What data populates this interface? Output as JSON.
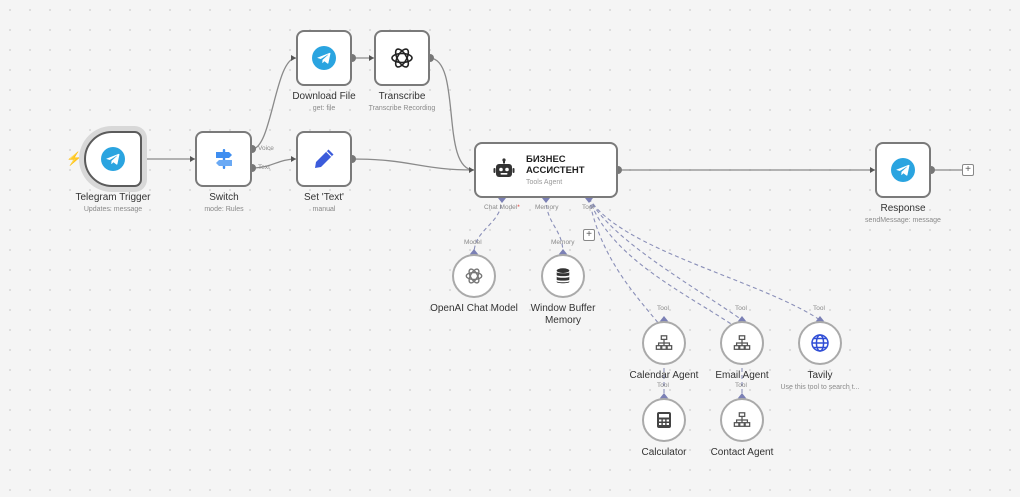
{
  "nodes": {
    "telegram_trigger": {
      "title": "Telegram Trigger",
      "subtitle": "Updates: message"
    },
    "switch": {
      "title": "Switch",
      "subtitle": "mode: Rules",
      "outputs": [
        "Voice",
        "Text"
      ]
    },
    "download_file": {
      "title": "Download File",
      "subtitle": "get: file"
    },
    "transcribe": {
      "title": "Transcribe",
      "subtitle": "Transcribe Recording"
    },
    "set_text": {
      "title": "Set 'Text'",
      "subtitle": "manual"
    },
    "agent": {
      "title_line1": "БИЗНЕС",
      "title_line2": "АССИСТЕНТ",
      "subtitle": "Tools Agent",
      "ports": {
        "chat_model": "Chat Model",
        "required_mark": "*",
        "memory": "Memory",
        "tool": "Tool"
      }
    },
    "response": {
      "title": "Response",
      "subtitle": "sendMessage: message"
    },
    "openai_chat_model": {
      "title": "OpenAI Chat Model",
      "port": "Model"
    },
    "window_buffer_memory": {
      "title": "Window Buffer Memory",
      "port": "Memory"
    },
    "calendar_agent": {
      "title": "Calendar Agent",
      "port_top": "Tool",
      "port_bottom": "Tool"
    },
    "email_agent": {
      "title": "Email Agent",
      "port_top": "Tool",
      "port_bottom": "Tool"
    },
    "tavily": {
      "title": "Tavily",
      "subtitle": "Use this tool to search t...",
      "port": "Tool"
    },
    "calculator": {
      "title": "Calculator"
    },
    "contact_agent": {
      "title": "Contact Agent"
    }
  },
  "buttons": {
    "add_plus": "+"
  },
  "icons": {
    "trigger_indicator": "lightning-bolt-icon",
    "telegram": "telegram-icon",
    "switch": "signpost-icon",
    "openai": "openai-icon",
    "set": "pencil-icon",
    "agent": "robot-icon",
    "memory": "database-icon",
    "tool_agent": "sitemap-icon",
    "tavily": "globe-icon",
    "calculator": "calculator-icon"
  },
  "colors": {
    "telegram": "#2aa4e0",
    "switch": "#3f8ef0",
    "set": "#3b5bdb",
    "tavily": "#2f4dd6",
    "wire": "#8a8a8a",
    "ai_wire": "#8a8fb8",
    "ai_diamond": "#7b80b5",
    "trigger_bolt": "#e5473c"
  }
}
